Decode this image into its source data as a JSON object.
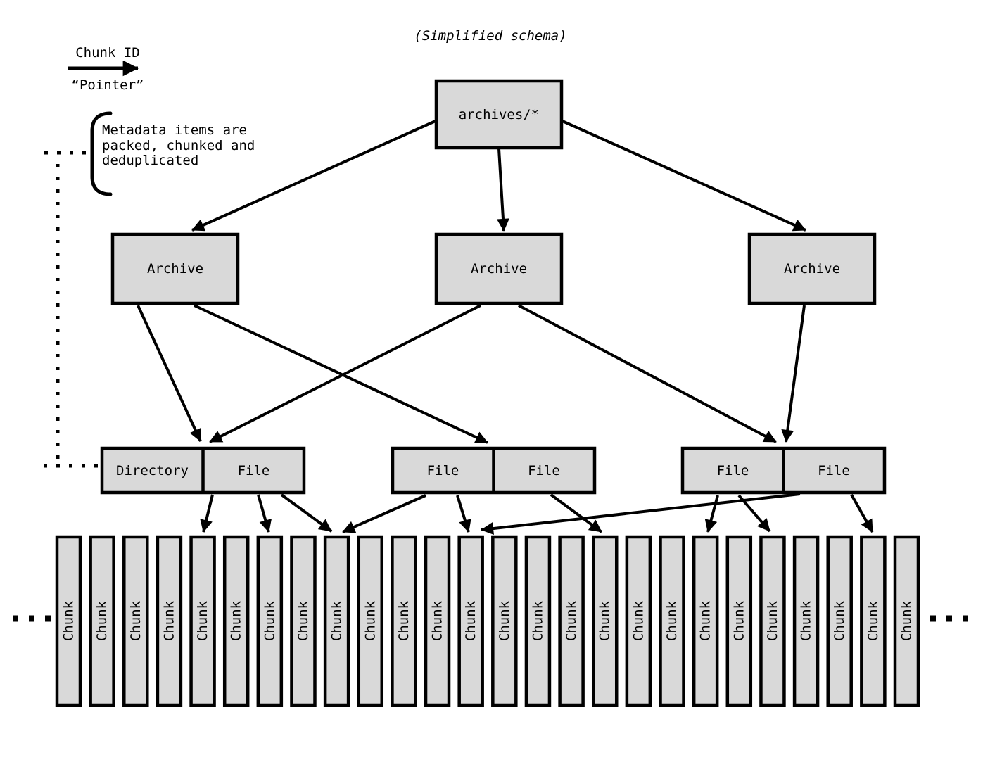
{
  "title": "(Simplified schema)",
  "legend": {
    "arrow_label_top": "Chunk ID",
    "arrow_label_bottom": "“Pointer”"
  },
  "annotation": {
    "line1": "Metadata items are",
    "line2": "packed, chunked and",
    "line3": "deduplicated"
  },
  "nodes": {
    "root": {
      "id": "archives-root",
      "label": "archives/*"
    },
    "archives": [
      {
        "id": "archive-1",
        "label": "Archive"
      },
      {
        "id": "archive-2",
        "label": "Archive"
      },
      {
        "id": "archive-3",
        "label": "Archive"
      }
    ],
    "pairs": [
      {
        "id": "pair-left",
        "cells": [
          {
            "id": "directory-1",
            "label": "Directory"
          },
          {
            "id": "file-1",
            "label": "File"
          }
        ]
      },
      {
        "id": "pair-middle",
        "cells": [
          {
            "id": "file-2",
            "label": "File"
          },
          {
            "id": "file-3",
            "label": "File"
          }
        ]
      },
      {
        "id": "pair-right",
        "cells": [
          {
            "id": "file-4",
            "label": "File"
          },
          {
            "id": "file-5",
            "label": "File"
          }
        ]
      }
    ]
  },
  "chunk_row": {
    "label": "Chunk",
    "count": 26,
    "continues_left": true,
    "continues_right": true,
    "pointed_chunks": [
      5,
      7,
      9,
      13,
      17,
      20,
      22,
      25
    ]
  },
  "edges": [
    {
      "from": "archives-root",
      "to": "archive-1"
    },
    {
      "from": "archives-root",
      "to": "archive-2"
    },
    {
      "from": "archives-root",
      "to": "archive-3"
    },
    {
      "from": "archive-1",
      "to": "pair-left"
    },
    {
      "from": "archive-1",
      "to": "pair-middle"
    },
    {
      "from": "archive-2",
      "to": "pair-left"
    },
    {
      "from": "archive-2",
      "to": "pair-right"
    },
    {
      "from": "archive-3",
      "to": "pair-right"
    },
    {
      "from": "file-1",
      "to": "chunk-5"
    },
    {
      "from": "file-1",
      "to": "chunk-7"
    },
    {
      "from": "file-1",
      "to": "chunk-9"
    },
    {
      "from": "file-2",
      "to": "chunk-9"
    },
    {
      "from": "file-2",
      "to": "chunk-13"
    },
    {
      "from": "file-3",
      "to": "chunk-17"
    },
    {
      "from": "file-4",
      "to": "chunk-20"
    },
    {
      "from": "file-4",
      "to": "chunk-22"
    },
    {
      "from": "file-5",
      "to": "chunk-13"
    },
    {
      "from": "file-5",
      "to": "chunk-25"
    }
  ],
  "colors": {
    "box_fill": "#d9d9d9",
    "ink": "#000000",
    "background": "#ffffff"
  }
}
